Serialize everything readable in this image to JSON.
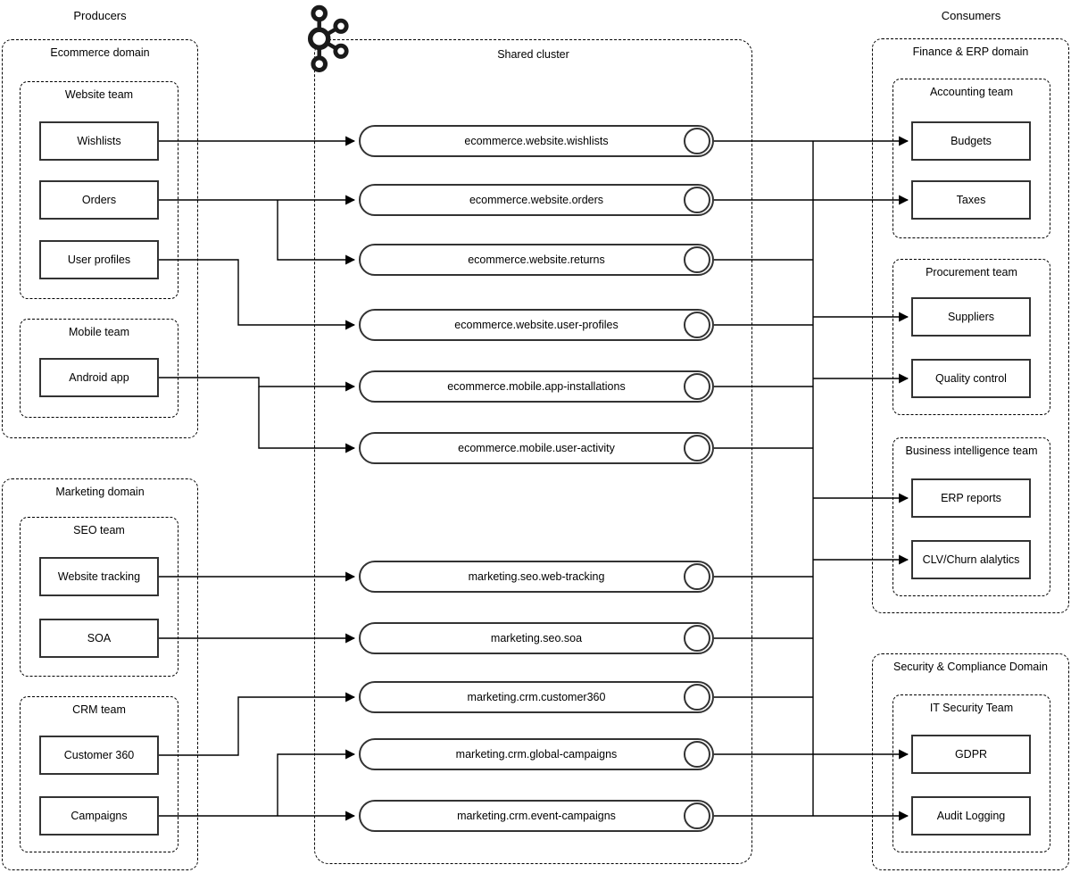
{
  "page": {
    "producers_label": "Producers",
    "consumers_label": "Consumers"
  },
  "cluster": {
    "title": "Shared cluster",
    "icon": "kafka-logo",
    "topics": [
      "ecommerce.website.wishlists",
      "ecommerce.website.orders",
      "ecommerce.website.returns",
      "ecommerce.website.user-profiles",
      "ecommerce.mobile.app-installations",
      "ecommerce.mobile.user-activity",
      "marketing.seo.web-tracking",
      "marketing.seo.soa",
      "marketing.crm.customer360",
      "marketing.crm.global-campaigns",
      "marketing.crm.event-campaigns"
    ]
  },
  "producers": {
    "domains": [
      {
        "title": "Ecommerce domain",
        "teams": [
          {
            "title": "Website team",
            "apps": [
              "Wishlists",
              "Orders",
              "User profiles"
            ]
          },
          {
            "title": "Mobile team",
            "apps": [
              "Android app"
            ]
          }
        ]
      },
      {
        "title": "Marketing domain",
        "teams": [
          {
            "title": "SEO team",
            "apps": [
              "Website tracking",
              "SOA"
            ]
          },
          {
            "title": "CRM team",
            "apps": [
              "Customer 360",
              "Campaigns"
            ]
          }
        ]
      }
    ]
  },
  "consumers": {
    "domains": [
      {
        "title": "Finance & ERP domain",
        "teams": [
          {
            "title": "Accounting team",
            "apps": [
              "Budgets",
              "Taxes"
            ]
          },
          {
            "title": "Procurement team",
            "apps": [
              "Suppliers",
              "Quality control"
            ]
          },
          {
            "title": "Business intelligence team",
            "apps": [
              "ERP reports",
              "CLV/Churn alalytics"
            ]
          }
        ]
      },
      {
        "title": "Security & Compliance Domain",
        "teams": [
          {
            "title": "IT Security Team",
            "apps": [
              "GDPR",
              "Audit Logging"
            ]
          }
        ]
      }
    ]
  },
  "colors": {
    "ink": "#000000",
    "node_border": "#333333",
    "background": "#ffffff"
  }
}
